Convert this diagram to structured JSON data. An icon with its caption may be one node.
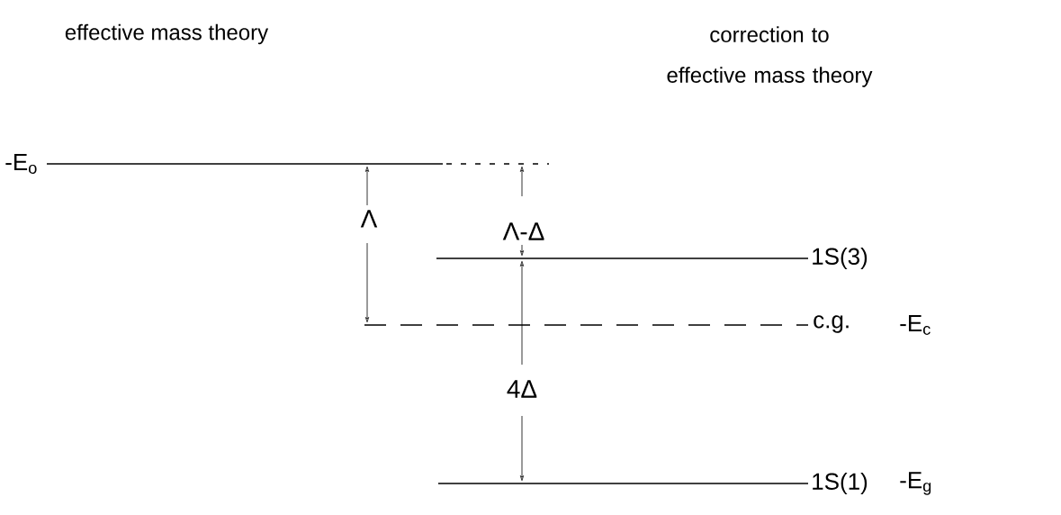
{
  "diagram": {
    "labels": [
      "effective mass theory",
      "correction to effective mass theory",
      "-E$_{o}$",
      "Λ",
      "Λ-Δ",
      "1S(3)",
      "c.g.",
      "-E$_{c}$",
      "4Δ",
      "1S(1)",
      "-E$_{g}$"
    ]
  }
}
